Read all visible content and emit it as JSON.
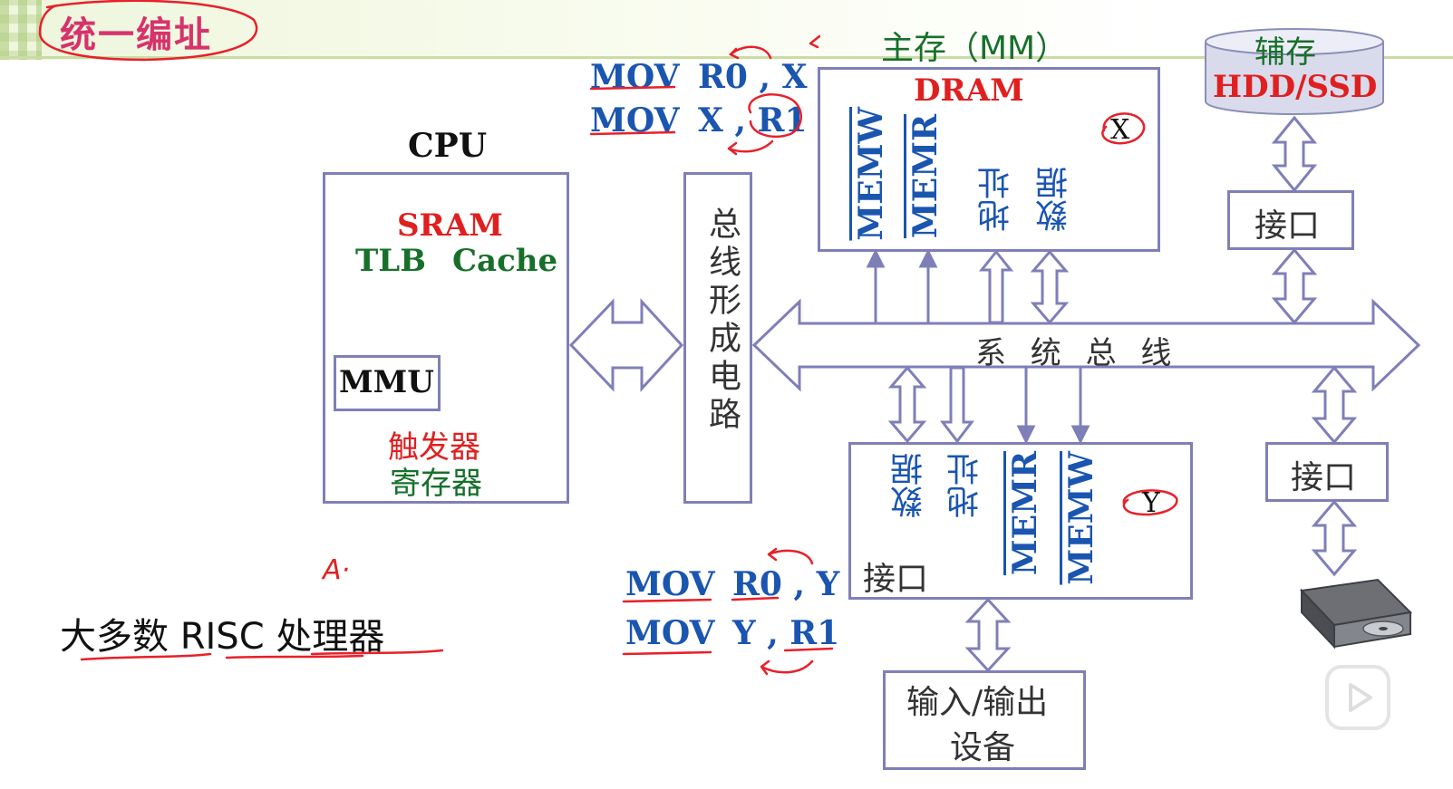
{
  "title": "统一编址",
  "cpu": {
    "label": "CPU",
    "sram": "SRAM",
    "tlb": "TLB",
    "cache": "Cache",
    "mmu": "MMU",
    "trigger": "触发器",
    "register": "寄存器"
  },
  "bus_circuit": "总线形成电路",
  "system_bus": "系 统 总 线",
  "main_memory": {
    "label": "主存（MM）",
    "dram": "DRAM",
    "memw": "MEMW",
    "memr": "MEMR",
    "addr": "地址",
    "data": "数据",
    "cell": "X"
  },
  "aux_storage": {
    "label": "辅存",
    "device": "HDD/SSD"
  },
  "interface_storage": "接口",
  "interface_disk": "接口",
  "io_interface": {
    "data": "数据",
    "addr": "地址",
    "memr": "MEMR",
    "memw": "MEMW",
    "cell": "Y",
    "label": "接口"
  },
  "io_device": {
    "line1": "输入/输出",
    "line2": "设备"
  },
  "code_top": [
    {
      "op": "MOV",
      "args": "R0 , X"
    },
    {
      "op": "MOV",
      "args": "X , R1"
    }
  ],
  "code_bottom": [
    {
      "op": "MOV",
      "args": "R0 , Y"
    },
    {
      "op": "MOV",
      "args": "Y , R1"
    }
  ],
  "annotation": "A·",
  "risc_note": "大多数 RISC 处理器",
  "colors": {
    "box_border": "#7f7fb8",
    "blue_text": "#1a55b0",
    "red_text": "#e02020",
    "green_text": "#17702a",
    "cell_fill": "#fbf6c8",
    "ink_red": "#e8202a"
  },
  "icons": [
    "optical-drive-icon",
    "play-icon"
  ]
}
